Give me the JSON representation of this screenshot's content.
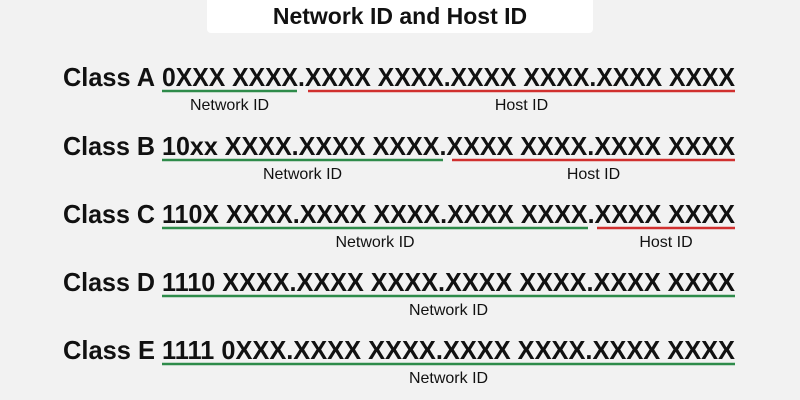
{
  "title": "Network ID and Host ID",
  "colors": {
    "network": "#2e8b4a",
    "host": "#d0302f",
    "text": "#111111"
  },
  "labels": {
    "network": "Network ID",
    "host": "Host ID"
  },
  "classes": [
    {
      "name": "Class A",
      "bits": "0XXX XXXX.XXXX XXXX.XXXX XXXX.XXXX XXXX",
      "network_octets": 1,
      "host_octets": 3
    },
    {
      "name": "Class B",
      "bits": "10xx XXXX.XXXX XXXX.XXXX XXXX.XXXX XXXX",
      "network_octets": 2,
      "host_octets": 2
    },
    {
      "name": "Class C",
      "bits": "110X XXXX.XXXX XXXX.XXXX XXXX.XXXX XXXX",
      "network_octets": 3,
      "host_octets": 1
    },
    {
      "name": "Class D",
      "bits": "1110 XXXX.XXXX XXXX.XXXX XXXX.XXXX XXXX",
      "network_octets": 4,
      "host_octets": 0
    },
    {
      "name": "Class E",
      "bits": "1111 0XXX.XXXX XXXX.XXXX XXXX.XXXX XXXX",
      "network_octets": 4,
      "host_octets": 0
    }
  ]
}
